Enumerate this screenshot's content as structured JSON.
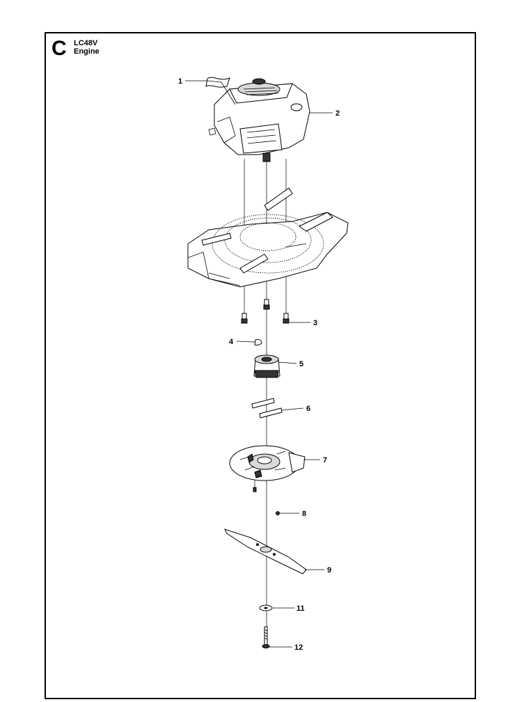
{
  "header": {
    "section_letter": "C",
    "model": "LC48V",
    "title": "Engine"
  },
  "callouts": [
    {
      "id": "p1",
      "label": "1"
    },
    {
      "id": "p2",
      "label": "2"
    },
    {
      "id": "p3",
      "label": "3"
    },
    {
      "id": "p4",
      "label": "4"
    },
    {
      "id": "p5",
      "label": "5"
    },
    {
      "id": "p6",
      "label": "6"
    },
    {
      "id": "p7",
      "label": "7"
    },
    {
      "id": "p8",
      "label": "8"
    },
    {
      "id": "p9",
      "label": "9"
    },
    {
      "id": "p11",
      "label": "11"
    },
    {
      "id": "p12",
      "label": "12"
    }
  ]
}
